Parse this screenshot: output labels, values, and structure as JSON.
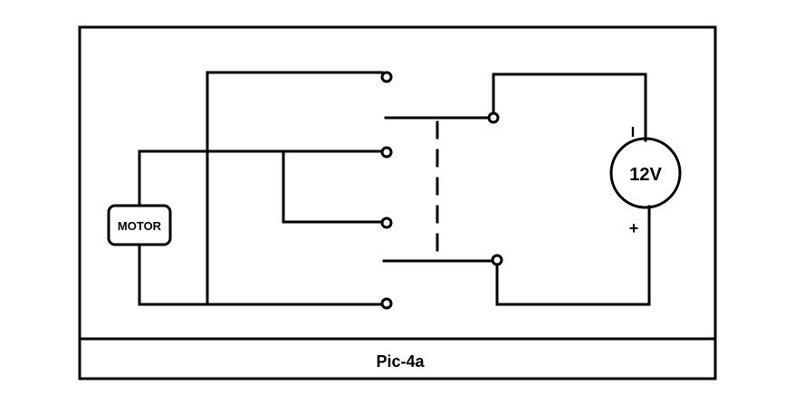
{
  "diagram": {
    "caption": "Pic-4a",
    "motor_label": "MOTOR",
    "battery_label": "12V",
    "battery_negative": "I",
    "battery_positive": "+"
  }
}
